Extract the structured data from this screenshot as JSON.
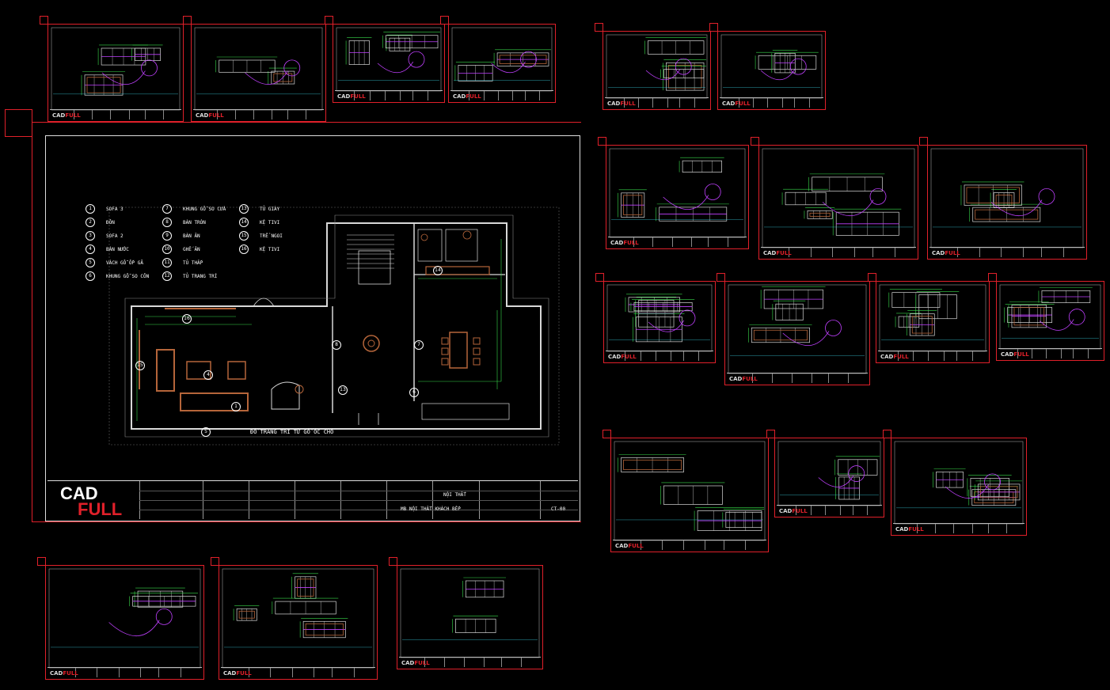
{
  "main_sheet": {
    "logo": {
      "cad": "CAD",
      "full": "FULL"
    },
    "title_block": {
      "category": "NỘI THẤT",
      "drawing_name": "MB NỘI THẤT KHÁCH BẾP",
      "sheet_code": "CT-00"
    },
    "legend": [
      {
        "num": "1",
        "label": "SOFA 3"
      },
      {
        "num": "2",
        "label": "ĐÔN"
      },
      {
        "num": "3",
        "label": "SOFA 2"
      },
      {
        "num": "4",
        "label": "BÀN NƯỚC"
      },
      {
        "num": "5",
        "label": "VÁCH GỖ ỐP GÃ"
      },
      {
        "num": "6",
        "label": "KHUNG GỖ SO CÔN"
      },
      {
        "num": "7",
        "label": "KHUNG GỖ SO CỬA"
      },
      {
        "num": "8",
        "label": "BÀN TRÒN"
      },
      {
        "num": "9",
        "label": "BÀN ĂN"
      },
      {
        "num": "10",
        "label": "GHẾ ĂN"
      },
      {
        "num": "11",
        "label": "TỦ THẤP"
      },
      {
        "num": "12",
        "label": "TỦ TRANG TRÍ"
      },
      {
        "num": "13",
        "label": "TỦ GIÀY"
      },
      {
        "num": "14",
        "label": "KỆ TIVI"
      },
      {
        "num": "15",
        "label": "TRỂ NGOI"
      },
      {
        "num": "16",
        "label": "KỆ TIVI"
      }
    ],
    "plan_note": "ĐỒ TRANG TRÍ TỪ GỖ ÓC CHÓ",
    "room_tags": [
      "14",
      "16",
      "15",
      "4",
      "1",
      "8",
      "7",
      "13",
      "5",
      "6"
    ]
  },
  "small_sheet_logo": {
    "cad": "CAD",
    "full": "FULL"
  },
  "colors": {
    "frame": "#e0202a",
    "furniture": "#b5653a",
    "dimension": "#38d94a",
    "callout": "#c040ff",
    "line": "#d8d8d8",
    "cyan": "#38c8d8"
  }
}
